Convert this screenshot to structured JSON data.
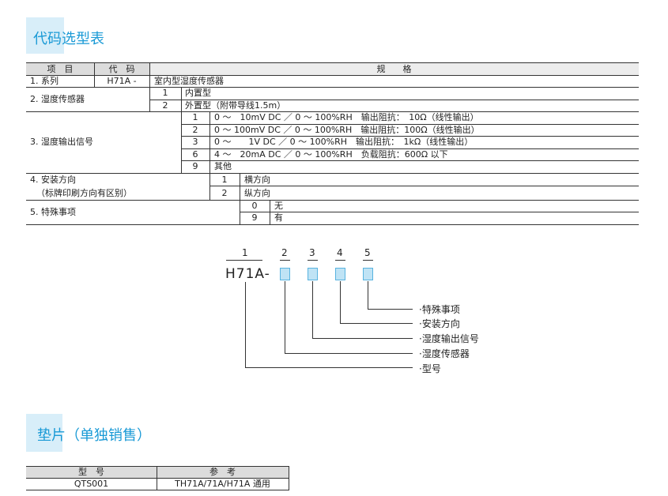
{
  "section1": {
    "title": "代码选型表",
    "header": {
      "item": "项　目",
      "code": "代　码",
      "spec": "规　　格"
    },
    "rows": {
      "series": {
        "item": "1. 系列",
        "code": "H71A -",
        "spec": "室内型湿度传感器"
      },
      "sensor": {
        "item": "2. 湿度传感器",
        "opts": [
          {
            "code": "1",
            "spec": "内置型"
          },
          {
            "code": "2",
            "spec": "外置型（附带导线1.5m）"
          }
        ]
      },
      "output": {
        "item": "3. 湿度输出信号",
        "opts": [
          {
            "code": "1",
            "spec": "0 ～　10mV DC ／ 0 ～ 100%RH　输出阻抗：　10Ω（线性输出）"
          },
          {
            "code": "2",
            "spec": "0 ～ 100mV DC ／ 0 ～ 100%RH　输出阻抗：100Ω（线性输出）"
          },
          {
            "code": "3",
            "spec": "0 ～　　1V DC ／ 0 ～ 100%RH　输出阻抗：　1kΩ（线性输出）"
          },
          {
            "code": "6",
            "spec": "4 ～　20mA DC ／ 0 ～ 100%RH　负载阻抗：600Ω 以下"
          },
          {
            "code": "9",
            "spec": "其他"
          }
        ]
      },
      "mount": {
        "item": "4. 安装方向",
        "note": "（标牌印刷方向有区别）",
        "opts": [
          {
            "code": "1",
            "spec": "横方向"
          },
          {
            "code": "2",
            "spec": "纵方向"
          }
        ]
      },
      "special": {
        "item": "5. 特殊事项",
        "opts": [
          {
            "code": "0",
            "spec": "无"
          },
          {
            "code": "9",
            "spec": "有"
          }
        ]
      }
    }
  },
  "diagram": {
    "positions": [
      "1",
      "2",
      "3",
      "4",
      "5"
    ],
    "code": "H71A-",
    "labels": [
      "·特殊事项",
      "·安装方向",
      "·湿度输出信号",
      "·湿度传感器",
      "·型号"
    ]
  },
  "section2": {
    "title": "垫片（单独销售）",
    "header": {
      "model": "型　号",
      "ref": "参　考"
    },
    "rows": [
      {
        "model": "QTS001",
        "ref": "TH71A/71A/H71A 通用"
      }
    ]
  },
  "colors": {
    "accent": "#1a9ad6",
    "title_bg": "#d8eef9",
    "slot_fill": "#bfe3f5"
  }
}
